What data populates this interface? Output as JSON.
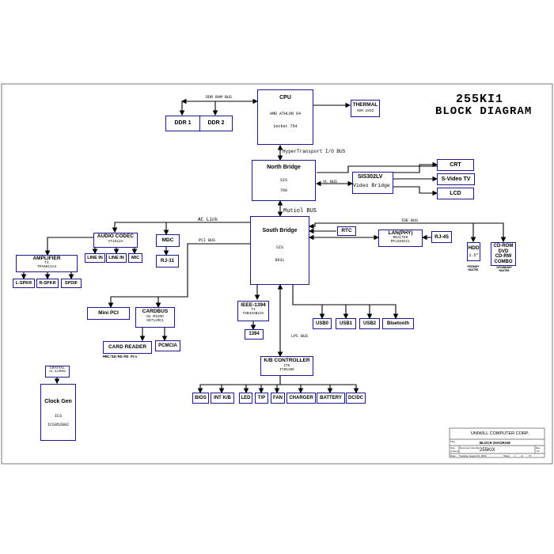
{
  "title": {
    "line1": "255KI1",
    "line2": "BLOCK DIAGRAM"
  },
  "blocks": {
    "cpu": {
      "name": "CPU",
      "line1": "AMD ATHLON 64",
      "line2": "Socket 754"
    },
    "ddr1": "DDR 1",
    "ddr2": "DDR 2",
    "thermal": {
      "name": "THERMAL",
      "part": "ADM 1032"
    },
    "north_bridge": {
      "name": "North Bridge",
      "line1": "SIS",
      "line2": "760"
    },
    "video_bridge": {
      "name": "SIS302LV",
      "sub": "Video Bridge"
    },
    "crt": "CRT",
    "svideo": "S-Video TV",
    "lcd": "LCD",
    "south_bridge": {
      "name": "South Bridge",
      "line1": "SIS",
      "line2": "963L"
    },
    "rtc": "RTC",
    "lan": {
      "name": "LAN(PHY)",
      "line1": "REALTEK",
      "line2": "RTL8201CL"
    },
    "rj45": "RJ-45",
    "hdd": {
      "name": "HDD",
      "sub": "2.5\"",
      "note": "PRIMARY MASTER"
    },
    "optical": {
      "line1": "CD-ROM",
      "line2": "DVD",
      "line3": "CD-RW",
      "line4": "COMBO",
      "note": "SECONDARY MASTER"
    },
    "audio_codec": {
      "name": "AUDIO CODEC",
      "part": "VT1612A"
    },
    "mdc": "MDC",
    "rj11": "RJ-11",
    "amplifier": {
      "name": "AMPLIFIER",
      "line1": "TI",
      "line2": "TPA6011A4"
    },
    "line_in1": "LINE IN",
    "line_in2": "LINE IN",
    "mic": "MIC",
    "l_spkr": "L-SPKR",
    "r_spkr": "R-SPKR",
    "spdif": "SPDIF",
    "mini_pci": "Mini PCI",
    "cardbus": {
      "name": "CARDBUS",
      "line1": "O2 MICRO",
      "line2": "OZ711MC1"
    },
    "card_reader": {
      "name": "CARD READER",
      "sub": "MMC/SD/MS/MS Pro"
    },
    "pcmcia": "PCMCIA",
    "ieee1394": {
      "name": "IEEE-1394",
      "line1": "TI",
      "line2": "TSB43AB22A"
    },
    "port1394": "1394",
    "usb0": "USB0",
    "usb1": "USB1",
    "usb2": "USB2",
    "bluetooth": "Bluetooth",
    "kbc": {
      "name": "K/B CONTROLLER",
      "line1": "ITE",
      "line2": "IT8510E"
    },
    "crystal": {
      "name": "CRYSTAL",
      "freq": "14.318MHz"
    },
    "clock_gen": {
      "name": "Clock Gen",
      "line1": "ICS",
      "line2": "ICS952802"
    },
    "bios": "BIOS",
    "int_kb": "INT K/B",
    "led": "LED",
    "tp": "T/P",
    "fan": "FAN",
    "charger": "CHARGER",
    "battery": "BATTERY",
    "dcdc": "DC/DC"
  },
  "buses": {
    "ddr_ram": "DDR RAM BUS",
    "hypertransport": "HyperTransport I/O BUS",
    "vl": "VL BUS",
    "mutiol": "Mutiol BUS",
    "ac_link": "AC Link",
    "pci": "PCI BUS",
    "ide": "IDE BUS",
    "lpc": "LPC BUS"
  },
  "title_block": {
    "company": "UNIWILL COMPUTER CORP.",
    "title_label": "Title",
    "title": "BLOCK DIAGRAM",
    "size_label": "Size",
    "doc_label": "Document Number",
    "rev_label": "Rev",
    "doc_number": "255KIX",
    "size": "Custom",
    "rev": "1A",
    "date_label": "Date:",
    "date": "Tuesday, August 10, 2004",
    "sheet_label": "Sheet",
    "sheet_of": "of",
    "sheet": "1",
    "sheets": "37"
  },
  "colors": {
    "block_border": "#1a1a8c",
    "wire": "#000000"
  }
}
